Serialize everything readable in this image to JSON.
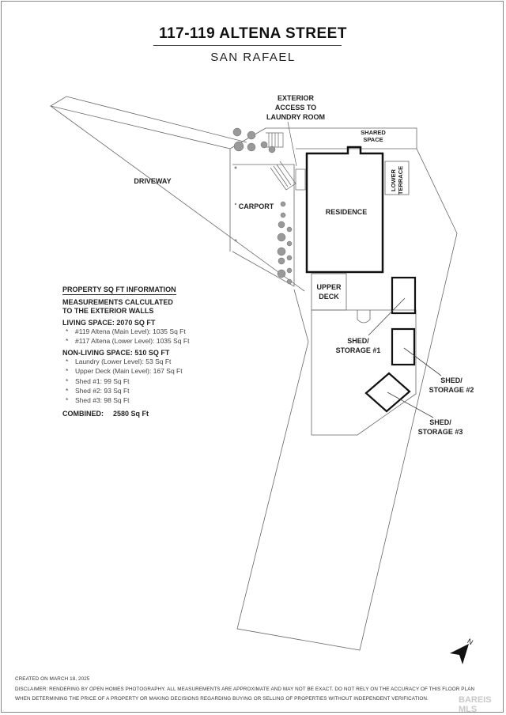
{
  "title": "117-119 ALTENA STREET",
  "subtitle": "SAN RAFAEL",
  "labels": {
    "exterior_access": [
      "EXTERIOR",
      "ACCESS TO",
      "LAUNDRY ROOM"
    ],
    "shared_space": [
      "SHARED",
      "SPACE"
    ],
    "driveway": "DRIVEWAY",
    "carport": "CARPORT",
    "residence": "RESIDENCE",
    "lower_terrace": [
      "LOWER",
      "TERRACE"
    ],
    "upper_deck": [
      "UPPER",
      "DECK"
    ],
    "shed1": [
      "SHED/",
      "STORAGE #1"
    ],
    "shed2": [
      "SHED/",
      "STORAGE #2"
    ],
    "shed3": [
      "SHED/",
      "STORAGE #3"
    ]
  },
  "info": {
    "heading": "PROPERTY SQ FT INFORMATION",
    "measure_note": [
      "MEASUREMENTS CALCULATED",
      "TO THE EXTERIOR WALLS"
    ],
    "living_heading": "LIVING SPACE: 2070 SQ FT",
    "living_items": [
      "#119 Altena (Main Level):  1035 Sq Ft",
      "#117 Altena (Lower Level):  1035 Sq Ft"
    ],
    "nonliving_heading": "NON-LIVING SPACE: 510 SQ FT",
    "nonliving_items": [
      "Laundry (Lower Level):  53 Sq Ft",
      "Upper Deck (Main Level):  167 Sq Ft",
      "Shed #1:  99 Sq Ft",
      "Shed #2:  93 Sq Ft",
      "Shed #3:  98 Sq Ft"
    ],
    "bullet": "*",
    "combined_label": "COMBINED:",
    "combined_value": "2580  Sq Ft"
  },
  "footer": {
    "created": "CREATED ON MARCH 18, 2025",
    "disclaimer_1": "DISCLAIMER: RENDERING BY OPEN HOMES PHOTOGRAPHY. ALL MEASUREMENTS ARE APPROXIMATE AND MAY NOT BE EXACT. DO NOT RELY ON THE ACCURACY OF THIS FLOOR PLAN",
    "disclaimer_2": "WHEN DETERMINING THE PRICE OF A PROPERTY OR MAKING DECISIONS REGARDING BUYING OR SELLING OF PROPERTIES WITHOUT INDEPENDENT VERIFICATION."
  },
  "north_label": "N",
  "watermark": "BAREIS MLS",
  "colors": {
    "line": "#555555",
    "wall": "#111111",
    "plant": "#888888"
  }
}
